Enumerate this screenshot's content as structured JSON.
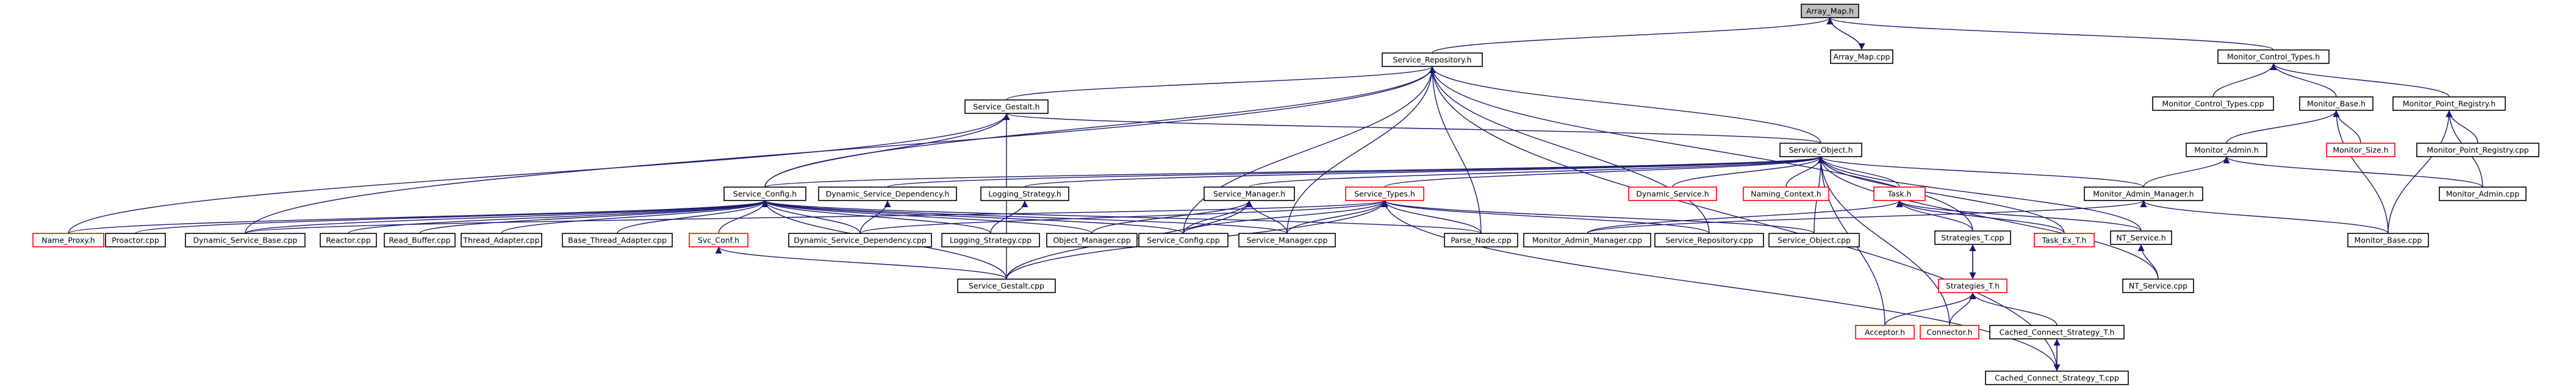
{
  "nodes": [
    {
      "id": "array_map_h",
      "label": "Array_Map.h",
      "style": "root"
    },
    {
      "id": "array_map_cpp",
      "label": "Array_Map.cpp",
      "style": "black"
    },
    {
      "id": "service_repository_h",
      "label": "Service_Repository.h",
      "style": "black"
    },
    {
      "id": "monitor_control_types_h",
      "label": "Monitor_Control_Types.h",
      "style": "black"
    },
    {
      "id": "monitor_control_types_cpp",
      "label": "Monitor_Control_Types.cpp",
      "style": "black"
    },
    {
      "id": "monitor_base_h",
      "label": "Monitor_Base.h",
      "style": "black"
    },
    {
      "id": "monitor_point_registry_h",
      "label": "Monitor_Point_Registry.h",
      "style": "black"
    },
    {
      "id": "service_gestalt_h",
      "label": "Service_Gestalt.h",
      "style": "black"
    },
    {
      "id": "monitor_admin_h",
      "label": "Monitor_Admin.h",
      "style": "black"
    },
    {
      "id": "monitor_size_h",
      "label": "Monitor_Size.h",
      "style": "red"
    },
    {
      "id": "monitor_point_registry_cpp",
      "label": "Monitor_Point_Registry.cpp",
      "style": "black"
    },
    {
      "id": "service_object_h",
      "label": "Service_Object.h",
      "style": "black"
    },
    {
      "id": "monitor_admin_cpp",
      "label": "Monitor_Admin.cpp",
      "style": "black"
    },
    {
      "id": "service_config_h",
      "label": "Service_Config.h",
      "style": "black"
    },
    {
      "id": "dynamic_service_dependency_h",
      "label": "Dynamic_Service_Dependency.h",
      "style": "black"
    },
    {
      "id": "logging_strategy_h",
      "label": "Logging_Strategy.h",
      "style": "black"
    },
    {
      "id": "service_manager_h",
      "label": "Service_Manager.h",
      "style": "black"
    },
    {
      "id": "dynamic_service_h",
      "label": "Dynamic_Service.h",
      "style": "red"
    },
    {
      "id": "naming_context_h",
      "label": "Naming_Context.h",
      "style": "red"
    },
    {
      "id": "task_h",
      "label": "Task.h",
      "style": "red"
    },
    {
      "id": "monitor_admin_manager_h",
      "label": "Monitor_Admin_Manager.h",
      "style": "black"
    },
    {
      "id": "service_types_h",
      "label": "Service_Types.h",
      "style": "red"
    },
    {
      "id": "name_proxy_h",
      "label": "Name_Proxy.h",
      "style": "red"
    },
    {
      "id": "proactor_cpp",
      "label": "Proactor.cpp",
      "style": "black"
    },
    {
      "id": "dynamic_service_base_cpp",
      "label": "Dynamic_Service_Base.cpp",
      "style": "black"
    },
    {
      "id": "reactor_cpp",
      "label": "Reactor.cpp",
      "style": "black"
    },
    {
      "id": "read_buffer_cpp",
      "label": "Read_Buffer.cpp",
      "style": "black"
    },
    {
      "id": "thread_adapter_cpp",
      "label": "Thread_Adapter.cpp",
      "style": "black"
    },
    {
      "id": "base_thread_adapter_cpp",
      "label": "Base_Thread_Adapter.cpp",
      "style": "black"
    },
    {
      "id": "svc_conf_h",
      "label": "Svc_Conf.h",
      "style": "red"
    },
    {
      "id": "dynamic_service_dependency_cpp",
      "label": "Dynamic_Service_Dependency.cpp",
      "style": "black"
    },
    {
      "id": "logging_strategy_cpp",
      "label": "Logging_Strategy.cpp",
      "style": "black"
    },
    {
      "id": "object_manager_cpp",
      "label": "Object_Manager.cpp",
      "style": "black"
    },
    {
      "id": "service_config_cpp",
      "label": "Service_Config.cpp",
      "style": "black"
    },
    {
      "id": "service_manager_cpp",
      "label": "Service_Manager.cpp",
      "style": "black"
    },
    {
      "id": "parse_node_cpp",
      "label": "Parse_Node.cpp",
      "style": "black"
    },
    {
      "id": "monitor_admin_manager_cpp",
      "label": "Monitor_Admin_Manager.cpp",
      "style": "black"
    },
    {
      "id": "service_repository_cpp",
      "label": "Service_Repository.cpp",
      "style": "black"
    },
    {
      "id": "service_object_cpp",
      "label": "Service_Object.cpp",
      "style": "black"
    },
    {
      "id": "strategies_t_cpp",
      "label": "Strategies_T.cpp",
      "style": "black"
    },
    {
      "id": "task_ex_t_h",
      "label": "Task_Ex_T.h",
      "style": "red"
    },
    {
      "id": "nt_service_h",
      "label": "NT_Service.h",
      "style": "black"
    },
    {
      "id": "monitor_base_cpp",
      "label": "Monitor_Base.cpp",
      "style": "black"
    },
    {
      "id": "service_gestalt_cpp",
      "label": "Service_Gestalt.cpp",
      "style": "black"
    },
    {
      "id": "strategies_t_h",
      "label": "Strategies_T.h",
      "style": "red"
    },
    {
      "id": "nt_service_cpp",
      "label": "NT_Service.cpp",
      "style": "black"
    },
    {
      "id": "acceptor_h",
      "label": "Acceptor.h",
      "style": "red"
    },
    {
      "id": "connector_h",
      "label": "Connector.h",
      "style": "red"
    },
    {
      "id": "cached_connect_strategy_t_h",
      "label": "Cached_Connect_Strategy_T.h",
      "style": "black"
    },
    {
      "id": "cached_connect_strategy_t_cpp",
      "label": "Cached_Connect_Strategy_T.cpp",
      "style": "black"
    }
  ]
}
